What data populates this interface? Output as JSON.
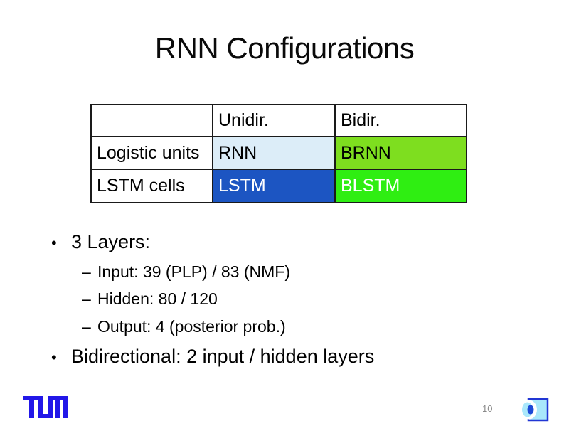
{
  "slide": {
    "title": "RNN Configurations",
    "page_number": "10"
  },
  "table": {
    "header": [
      "",
      "Unidir.",
      "Bidir."
    ],
    "rows": [
      {
        "label": "Logistic units",
        "cells": [
          {
            "text": "RNN",
            "bg": "#DCEDF8",
            "fg": "#000000"
          },
          {
            "text": "BRNN",
            "bg": "#7EDE1F",
            "fg": "#000000"
          }
        ]
      },
      {
        "label": "LSTM cells",
        "cells": [
          {
            "text": "LSTM",
            "bg": "#1C55C2",
            "fg": "#FFFFFF"
          },
          {
            "text": "BLSTM",
            "bg": "#2FEE12",
            "fg": "#FFFFFF"
          }
        ]
      }
    ]
  },
  "bullets": [
    {
      "level": 1,
      "marker": "•",
      "text": "3 Layers:"
    },
    {
      "level": 2,
      "marker": "–",
      "text": "Input: 39 (PLP) / 83 (NMF)"
    },
    {
      "level": 2,
      "marker": "–",
      "text": "Hidden: 80 / 120"
    },
    {
      "level": 2,
      "marker": "–",
      "text": "Output: 4 (posterior prob.)"
    },
    {
      "level": 1,
      "marker": "•",
      "text": "Bidirectional: 2 input / hidden layers"
    }
  ],
  "logos": {
    "tum": {
      "label": "TUM",
      "color": "#2217E8"
    },
    "institute": {
      "outline": "#2136D4",
      "light": "#A9E7FB",
      "dark": "#1D49D6",
      "white": "#FFFFFF"
    }
  }
}
